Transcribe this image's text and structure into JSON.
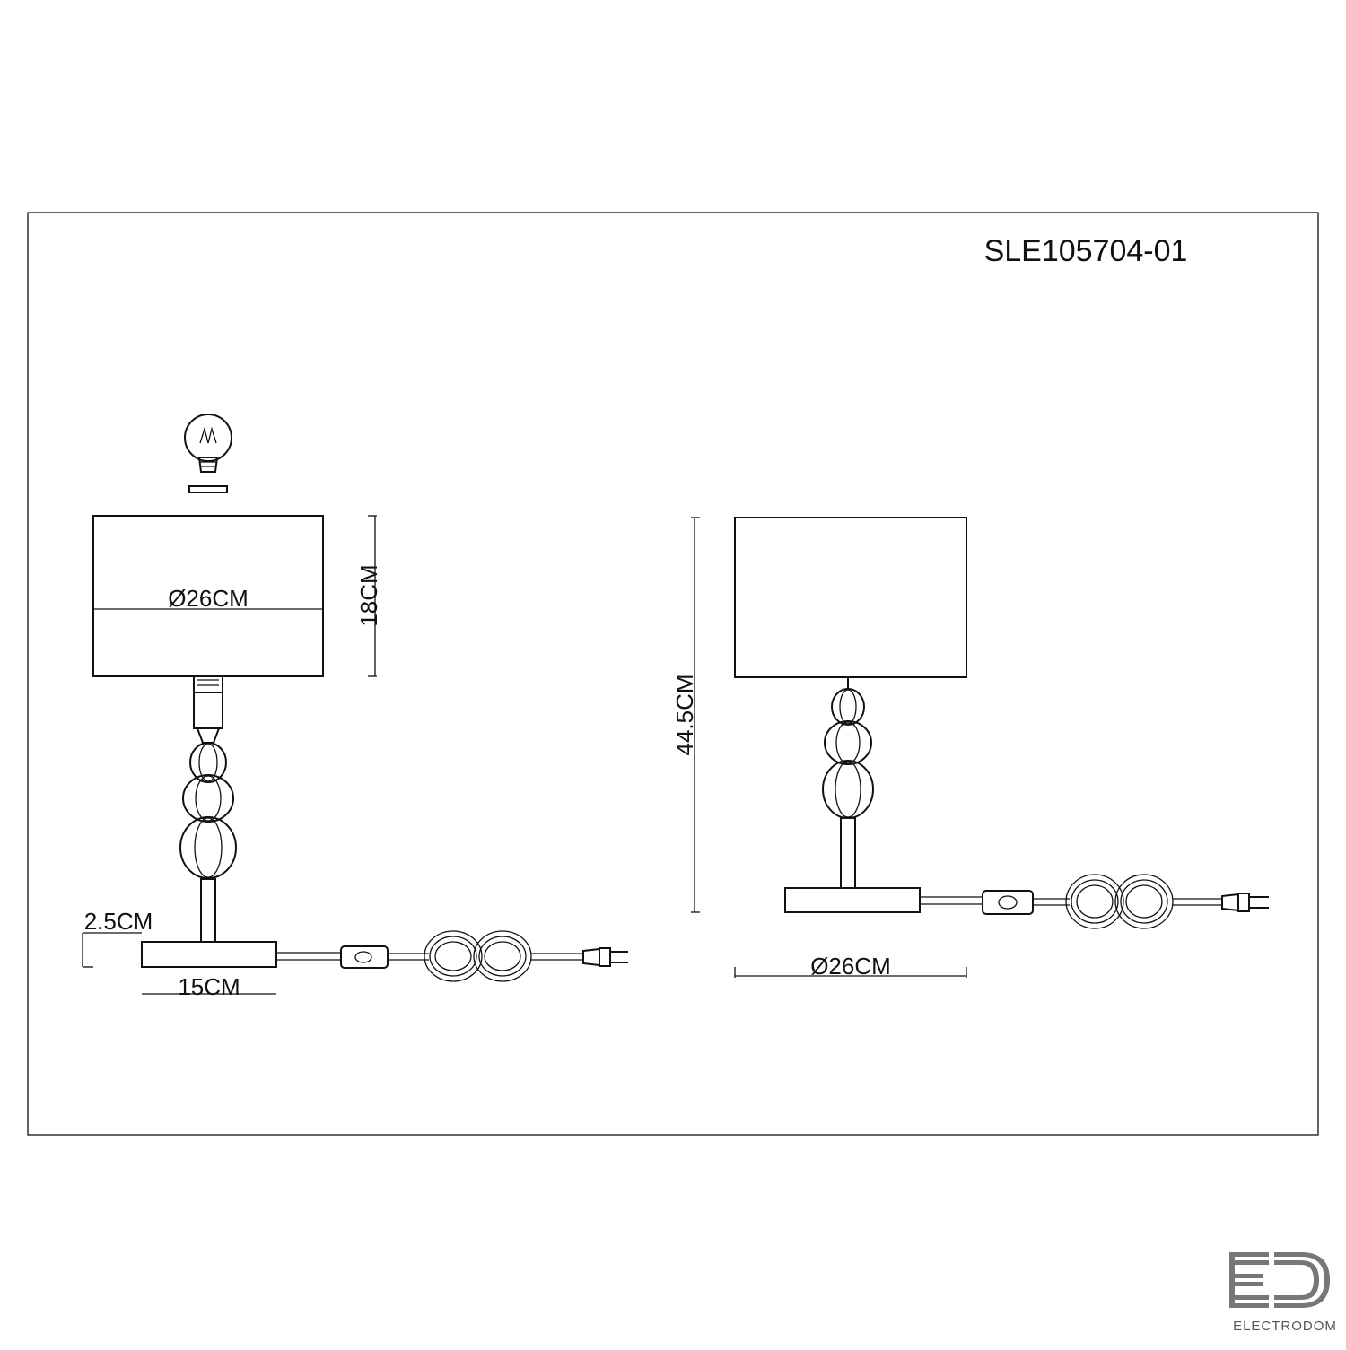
{
  "model": "SLE105704-01",
  "dimensions": {
    "shade_diameter_left": "Ø26CM",
    "shade_height": "18CM",
    "base_height": "2.5CM",
    "base_width": "15CM",
    "total_height": "44.5CM",
    "shade_diameter_right": "Ø26CM"
  },
  "brand": {
    "name": "ELECTRODOM"
  }
}
